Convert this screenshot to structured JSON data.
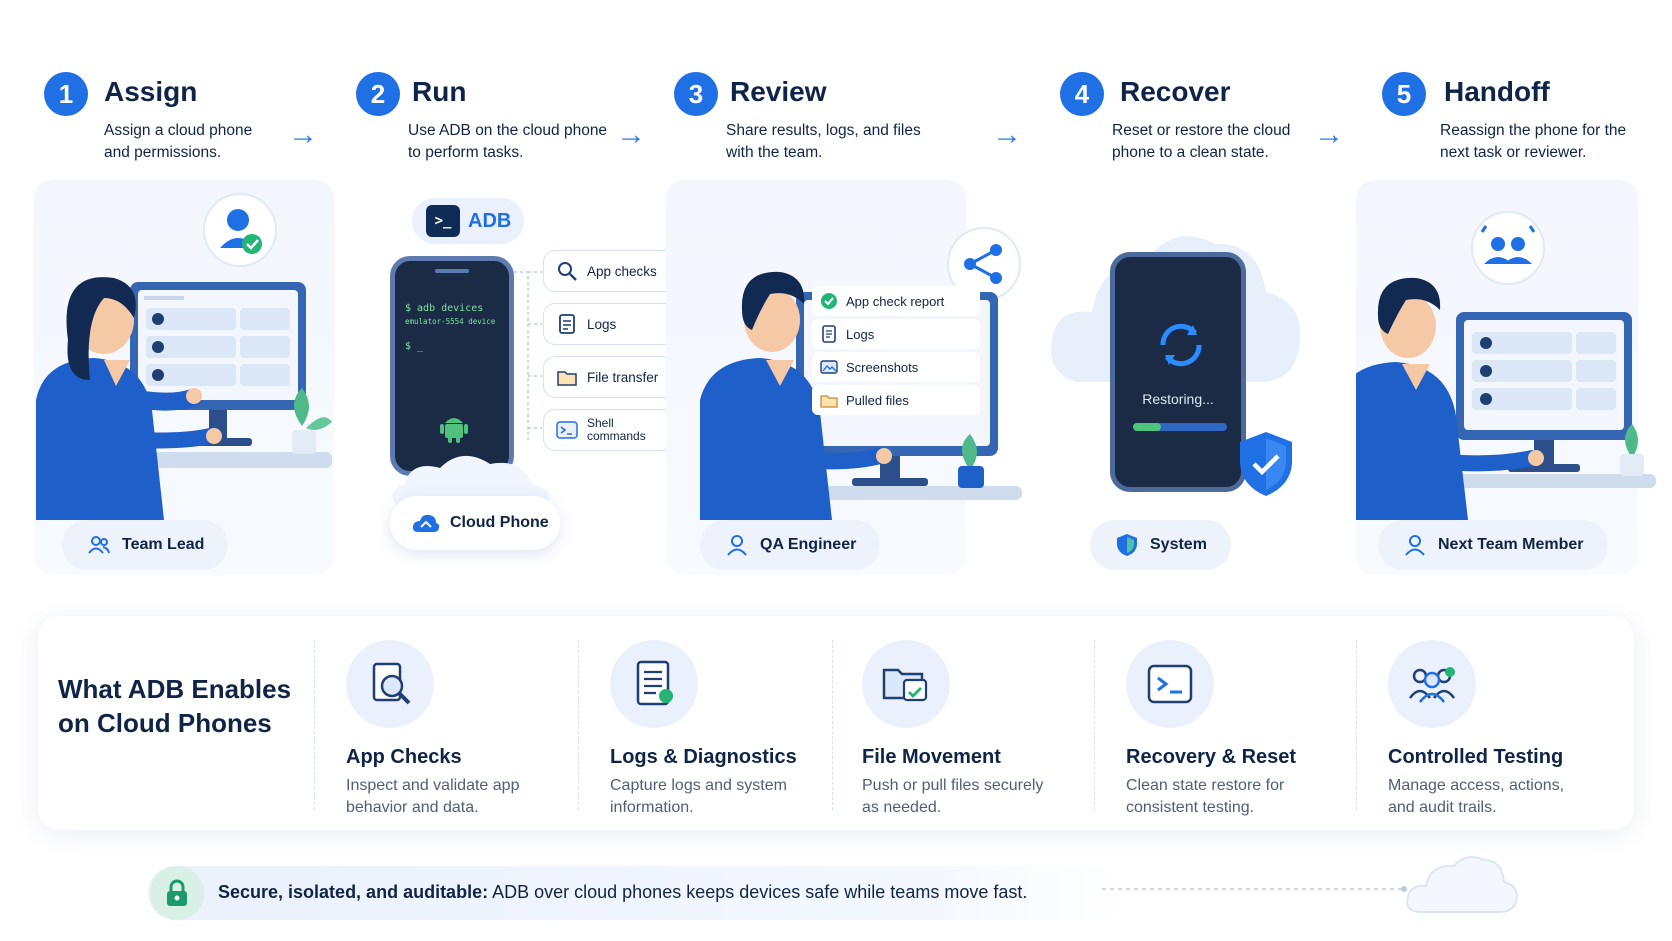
{
  "stages": [
    {
      "num": "1",
      "title": "Assign",
      "desc_line1": "Assign a cloud phone",
      "desc_line2": "and permissions.",
      "role": "Team Lead"
    },
    {
      "num": "2",
      "title": "Run",
      "desc_line1": "Use ADB on the cloud phone",
      "desc_line2": "to perform tasks."
    },
    {
      "num": "3",
      "title": "Review",
      "desc_line1": "Share results, logs, and files",
      "desc_line2": "with the team.",
      "role": "QA Engineer"
    },
    {
      "num": "4",
      "title": "Recover",
      "desc_line1": "Reset or restore the cloud",
      "desc_line2": "phone to a clean state.",
      "role": "System"
    },
    {
      "num": "5",
      "title": "Handoff",
      "desc_line1": "Reassign the phone for the",
      "desc_line2": "next task or reviewer.",
      "role": "Next Team Member"
    }
  ],
  "run": {
    "adb_label": "ADB",
    "terminal_line1": "$ adb devices",
    "terminal_line2": "emulator-5554    device",
    "terminal_line3": "$ _",
    "tasks": [
      "App checks",
      "Logs",
      "File transfer",
      "Shell commands"
    ],
    "cloud_label": "Cloud Phone"
  },
  "review": {
    "items": [
      "App check report",
      "Logs",
      "Screenshots",
      "Pulled files"
    ]
  },
  "recover": {
    "status": "Restoring...",
    "progress": 0.3
  },
  "panel": {
    "title_line1": "What ADB Enables",
    "title_line2": "on Cloud Phones",
    "features": [
      {
        "title": "App Checks",
        "desc_line1": "Inspect and validate app",
        "desc_line2": "behavior and data.",
        "icon": "magnifier-document-icon"
      },
      {
        "title": "Logs & Diagnostics",
        "desc_line1": "Capture logs and system",
        "desc_line2": "information.",
        "icon": "log-document-icon"
      },
      {
        "title": "File Movement",
        "desc_line1": "Push or pull files securely",
        "desc_line2": "as needed.",
        "icon": "folder-transfer-icon"
      },
      {
        "title": "Recovery & Reset",
        "desc_line1": "Clean state restore for",
        "desc_line2": "consistent testing.",
        "icon": "terminal-icon"
      },
      {
        "title": "Controlled Testing",
        "desc_line1": "Manage access, actions,",
        "desc_line2": "and audit trails.",
        "icon": "team-icon"
      }
    ]
  },
  "footer": {
    "bold": "Secure, isolated, and auditable:",
    "rest": " ADB over cloud phones keeps devices safe while teams move fast."
  },
  "colors": {
    "accent": "#1f6fe5",
    "navy": "#0f2446",
    "success": "#22b573",
    "panel_bg": "#f3f7fd"
  }
}
